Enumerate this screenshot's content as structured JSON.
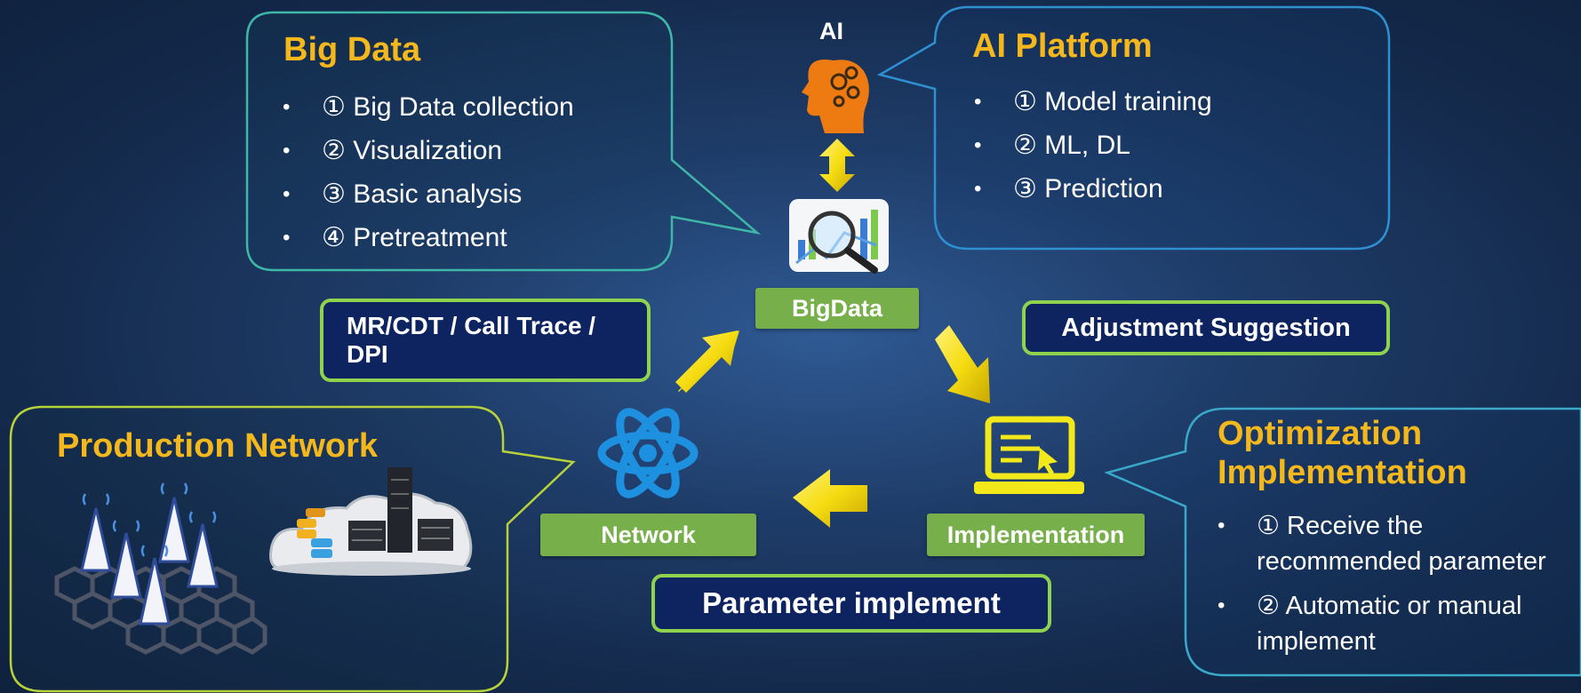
{
  "bigdata_panel": {
    "title": "Big Data",
    "items": [
      "① Big Data collection",
      "② Visualization",
      "③ Basic analysis",
      "④ Pretreatment"
    ]
  },
  "ai_panel": {
    "icon_label": "AI",
    "title": "AI Platform",
    "items": [
      "① Model training",
      "② ML, DL",
      "③ Prediction"
    ]
  },
  "production_panel": {
    "title": "Production Network"
  },
  "optimization_panel": {
    "title_line1": "Optimization",
    "title_line2": "Implementation",
    "items": [
      {
        "line1": "① Receive the",
        "line2": "recommended parameter"
      },
      {
        "line1": "② Automatic or manual",
        "line2": "implement"
      }
    ]
  },
  "nodes": {
    "bigdata": "BigData",
    "network": "Network",
    "implementation": "Implementation"
  },
  "flows": {
    "input_line1": "MR/CDT / Call Trace /",
    "input_line2": "DPI",
    "adjustment": "Adjustment Suggestion",
    "parameter": "Parameter implement"
  },
  "colors": {
    "accent_yellow": "#f5b81c",
    "label_green": "#77b04a",
    "box_navy": "#0e2460",
    "panel_teal": "#3fb6a8",
    "panel_blue": "#2f8fd0",
    "panel_lime": "#b8d23a",
    "arrow_yellow": "#f7dc1a"
  },
  "icons": [
    "ai-head-icon",
    "magnifier-chart-icon",
    "atom-icon",
    "laptop-icon",
    "cell-tower-icon",
    "server-cloud-icon"
  ]
}
